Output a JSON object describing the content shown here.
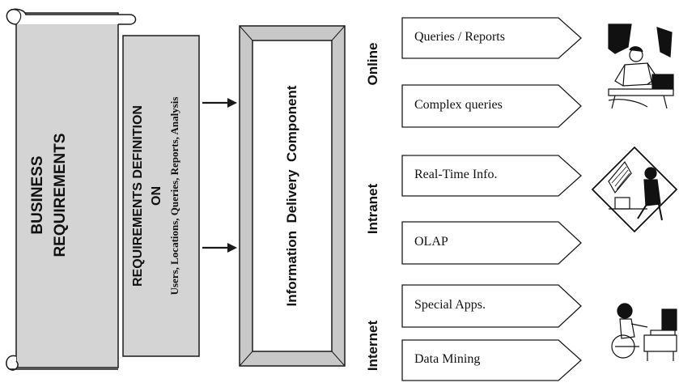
{
  "scroll": {
    "line1": "BUSINESS",
    "line2": "REQUIREMENTS"
  },
  "definition": {
    "title_line1": "REQUIREMENTS DEFINITION",
    "title_line2": "ON",
    "subtitle": "Users, Locations, Queries, Reports, Analysis"
  },
  "component": {
    "label": "Information  Delivery  Component"
  },
  "groups": [
    {
      "label": "Online",
      "items": [
        "Queries / Reports",
        "Complex queries"
      ],
      "illustration": "person-at-desk-illustration"
    },
    {
      "label": "Intranet",
      "items": [
        "Real-Time Info.",
        "OLAP"
      ],
      "illustration": "office-worker-diamond-illustration"
    },
    {
      "label": "Internet",
      "items": [
        "Special Apps.",
        "Data Mining"
      ],
      "illustration": "wheelchair-user-computer-illustration"
    }
  ],
  "colors": {
    "panel_fill": "#d4d4d4",
    "frame_fill": "#c8c8c8",
    "inner_fill": "#ffffff",
    "line": "#1a1a1a"
  }
}
